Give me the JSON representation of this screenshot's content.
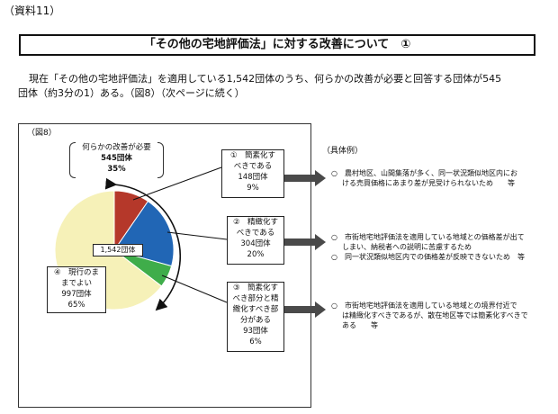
{
  "doc_label": "（資料11）",
  "title": "「その他の宅地評価法」に対する改善について　①",
  "intro": {
    "line1": "現在「その他の宅地評価法」を適用している1,542団体のうち、何らかの改善が必要と回答する団体が545",
    "line2": "団体（約3分の1）ある。（図8）（次ページに続く）"
  },
  "figure_label": "（図8）",
  "top_note": {
    "line1": "何らかの改善が必要",
    "line2": "545団体",
    "line3": "35%"
  },
  "center_label": "1,542団体",
  "bubbles": {
    "simplify": {
      "l1": "①　簡素化す",
      "l2": "べきである",
      "l3": "148団体",
      "l4": "9%"
    },
    "refine": {
      "l1": "②　精緻化す",
      "l2": "べきである",
      "l3": "304団体",
      "l4": "20%"
    },
    "both": {
      "l1": "③　簡素化す",
      "l2": "べき部分と精",
      "l3": "緻化すべき部",
      "l4": "分がある",
      "l5": "93団体",
      "l6": "6%"
    },
    "current": {
      "l1": "④　現行のま",
      "l2": "までよい",
      "l3": "997団体",
      "l4": "65%"
    }
  },
  "examples_head": "（具体例）",
  "examples": {
    "ex1a": "○　農村地区、山間集落が多く、同一状況類似地区内にお",
    "ex1b": "ける売買価格にあまり差が見受けられないため　　等",
    "ex2a": "○　市街地宅地評価法を適用している地域との価格差が出て",
    "ex2b": "しまい、納税者への説明に苦慮するため",
    "ex2c": "○　同一状況類似地区内での価格差が反映できないため　等",
    "ex3a": "○　市街地宅地評価法を適用している地域との境界付近で",
    "ex3b": "は精緻化すべきであるが、散在地区等では簡素化すべきで",
    "ex3c": "ある　　等"
  },
  "chart_data": {
    "type": "pie",
    "title": "",
    "total_label": "1,542団体",
    "slices": [
      {
        "label": "簡素化すべきである",
        "count": 148,
        "percent": 9,
        "color": "#b5382a"
      },
      {
        "label": "精緻化すべきである",
        "count": 304,
        "percent": 20,
        "color": "#2166b5"
      },
      {
        "label": "簡素化すべき部分と精緻化すべき部分がある",
        "count": 93,
        "percent": 6,
        "color": "#3fad4a"
      },
      {
        "label": "現行のままでよい",
        "count": 997,
        "percent": 65,
        "color": "#f6f1b8"
      }
    ]
  }
}
